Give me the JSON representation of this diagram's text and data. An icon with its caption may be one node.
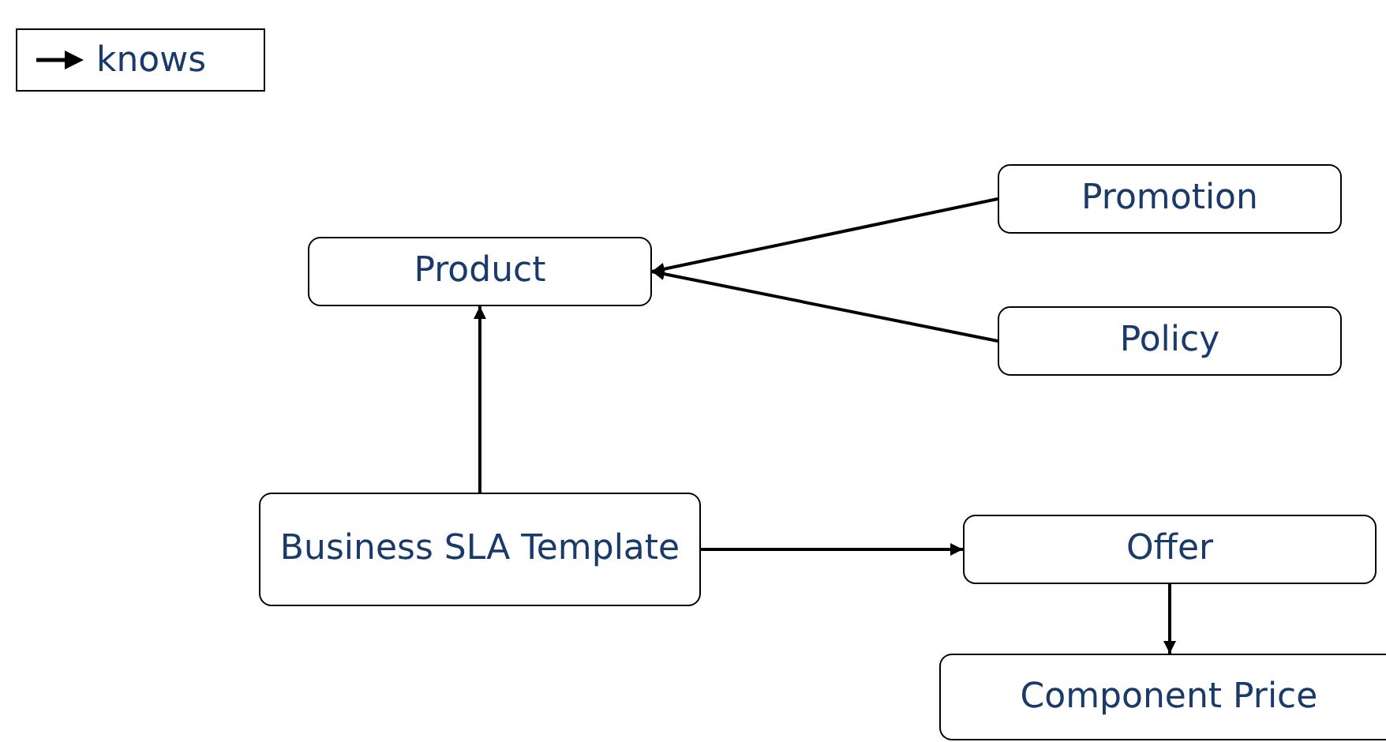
{
  "diagram": {
    "nodes": [
      {
        "text": [
          "Promotion"
        ]
      },
      {
        "text": [
          "Product"
        ]
      },
      {
        "text": [
          "Policy"
        ]
      },
      {
        "text": [
          "Business SLA Template"
        ]
      },
      {
        "text": [
          "Offer"
        ]
      },
      {
        "text": [
          "Component Price"
        ]
      }
    ],
    "edges": [
      {
        "from": 0,
        "to": 1,
        "arrow": "to"
      },
      {
        "from": 2,
        "to": 1,
        "arrow": "to"
      },
      {
        "from": 3,
        "to": 1,
        "arrow": "to"
      },
      {
        "from": 3,
        "to": 4,
        "arrow": "to"
      },
      {
        "from": 4,
        "to": 5,
        "arrow": "to"
      }
    ],
    "legend": [
      {
        "text": "knows"
      }
    ]
  }
}
